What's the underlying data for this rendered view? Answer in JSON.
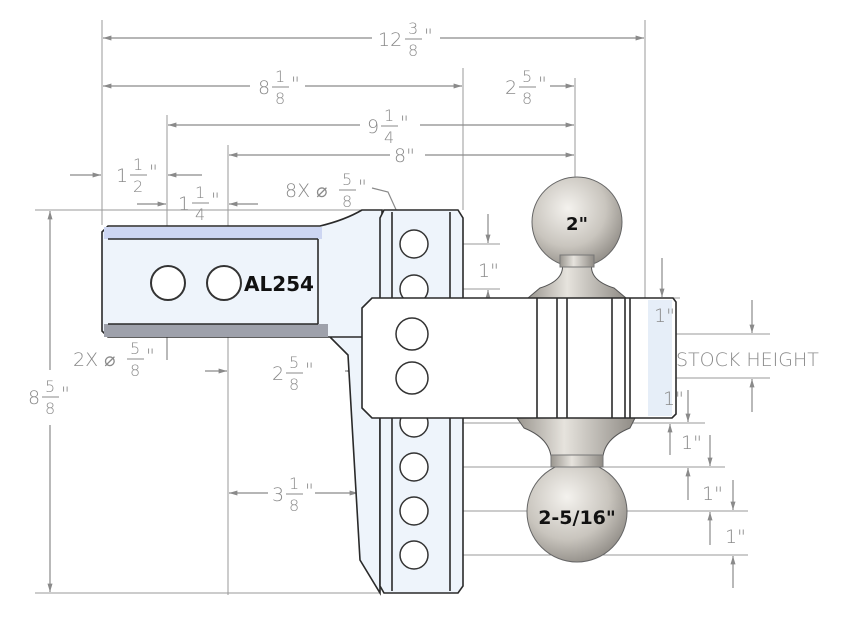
{
  "drawing": {
    "part_number": "AL254",
    "top_ball_size": "2\"",
    "bottom_ball_size": "2-5/16\"",
    "stock_height": "STOCK HEIGHT",
    "inch_mark": "\"",
    "dims": {
      "overall_length": {
        "whole": "12",
        "num": "3",
        "den": "8"
      },
      "shank_to_bar": {
        "whole": "8",
        "num": "1",
        "den": "8"
      },
      "bar_to_ball": {
        "whole": "2",
        "num": "5",
        "den": "8"
      },
      "hole1_to_ball": {
        "whole": "9",
        "num": "1",
        "den": "4"
      },
      "hole2_to_ball": {
        "text": "8\""
      },
      "shank_end_to_hole": {
        "whole": "1",
        "num": "1",
        "den": "2"
      },
      "hole_spacing": {
        "whole": "1",
        "num": "1",
        "den": "4"
      },
      "bar_holes": {
        "prefix": "8X ⌀",
        "num": "5",
        "den": "8"
      },
      "shank_holes": {
        "prefix": "2X ⌀",
        "num": "5",
        "den": "8"
      },
      "drop_offset": {
        "whole": "2",
        "num": "5",
        "den": "8"
      },
      "hole_to_bar": {
        "whole": "3",
        "num": "1",
        "den": "8"
      },
      "overall_height": {
        "whole": "8",
        "num": "5",
        "den": "8"
      },
      "hole_pitch": "1\"",
      "right_dims": [
        "1\"",
        "1\"",
        "1\"",
        "1\"",
        "1\""
      ]
    }
  }
}
